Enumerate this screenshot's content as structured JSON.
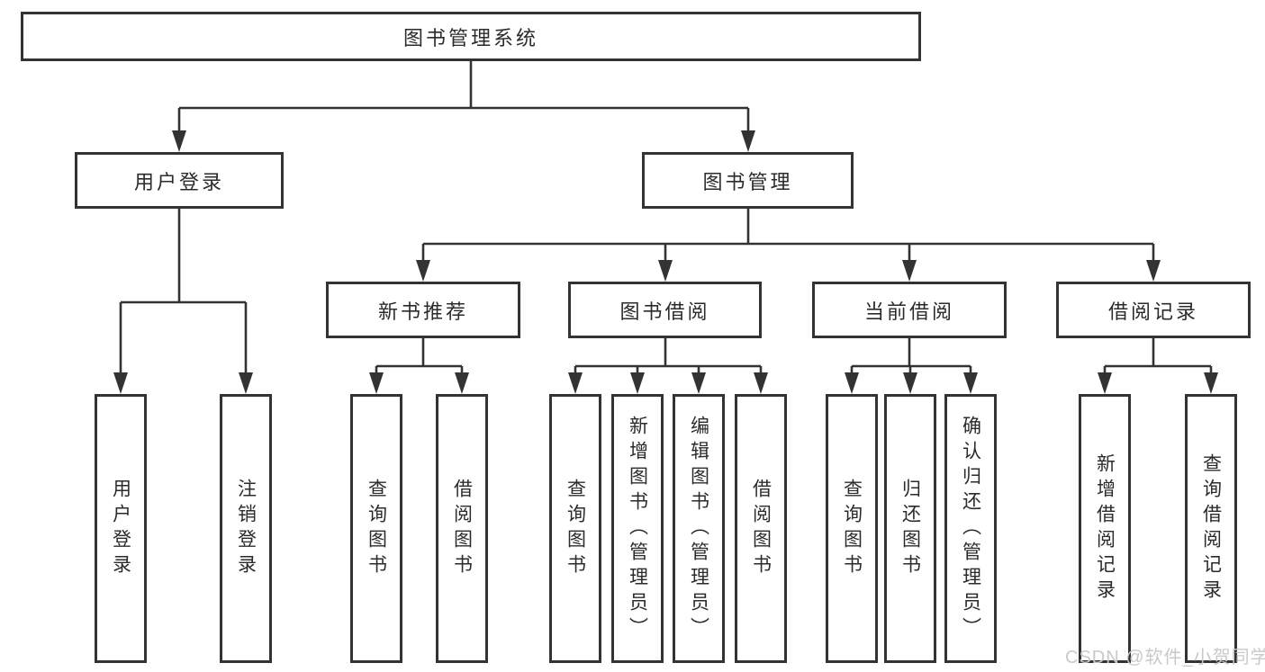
{
  "tree": {
    "root": {
      "label": "图书管理系统",
      "children": [
        {
          "label": "用户登录",
          "children": [
            {
              "label": "用户登录"
            },
            {
              "label": "注销登录"
            }
          ]
        },
        {
          "label": "图书管理",
          "children": [
            {
              "label": "新书推荐",
              "children": [
                {
                  "label": "查询图书"
                },
                {
                  "label": "借阅图书"
                }
              ]
            },
            {
              "label": "图书借阅",
              "children": [
                {
                  "label": "查询图书"
                },
                {
                  "label": "新增图书（管理员）"
                },
                {
                  "label": "编辑图书（管理员）"
                },
                {
                  "label": "借阅图书"
                }
              ]
            },
            {
              "label": "当前借阅",
              "children": [
                {
                  "label": "查询图书"
                },
                {
                  "label": "归还图书"
                },
                {
                  "label": "确认归还（管理员）"
                }
              ]
            },
            {
              "label": "借阅记录",
              "children": [
                {
                  "label": "新增借阅记录"
                },
                {
                  "label": "查询借阅记录"
                }
              ]
            }
          ]
        }
      ]
    }
  },
  "watermark": {
    "text": "CSDN @软件_小贺同学"
  },
  "colors": {
    "line": "#333333",
    "text": "#2b2b2b",
    "watermark": "#c9c9c9",
    "background": "#ffffff"
  }
}
